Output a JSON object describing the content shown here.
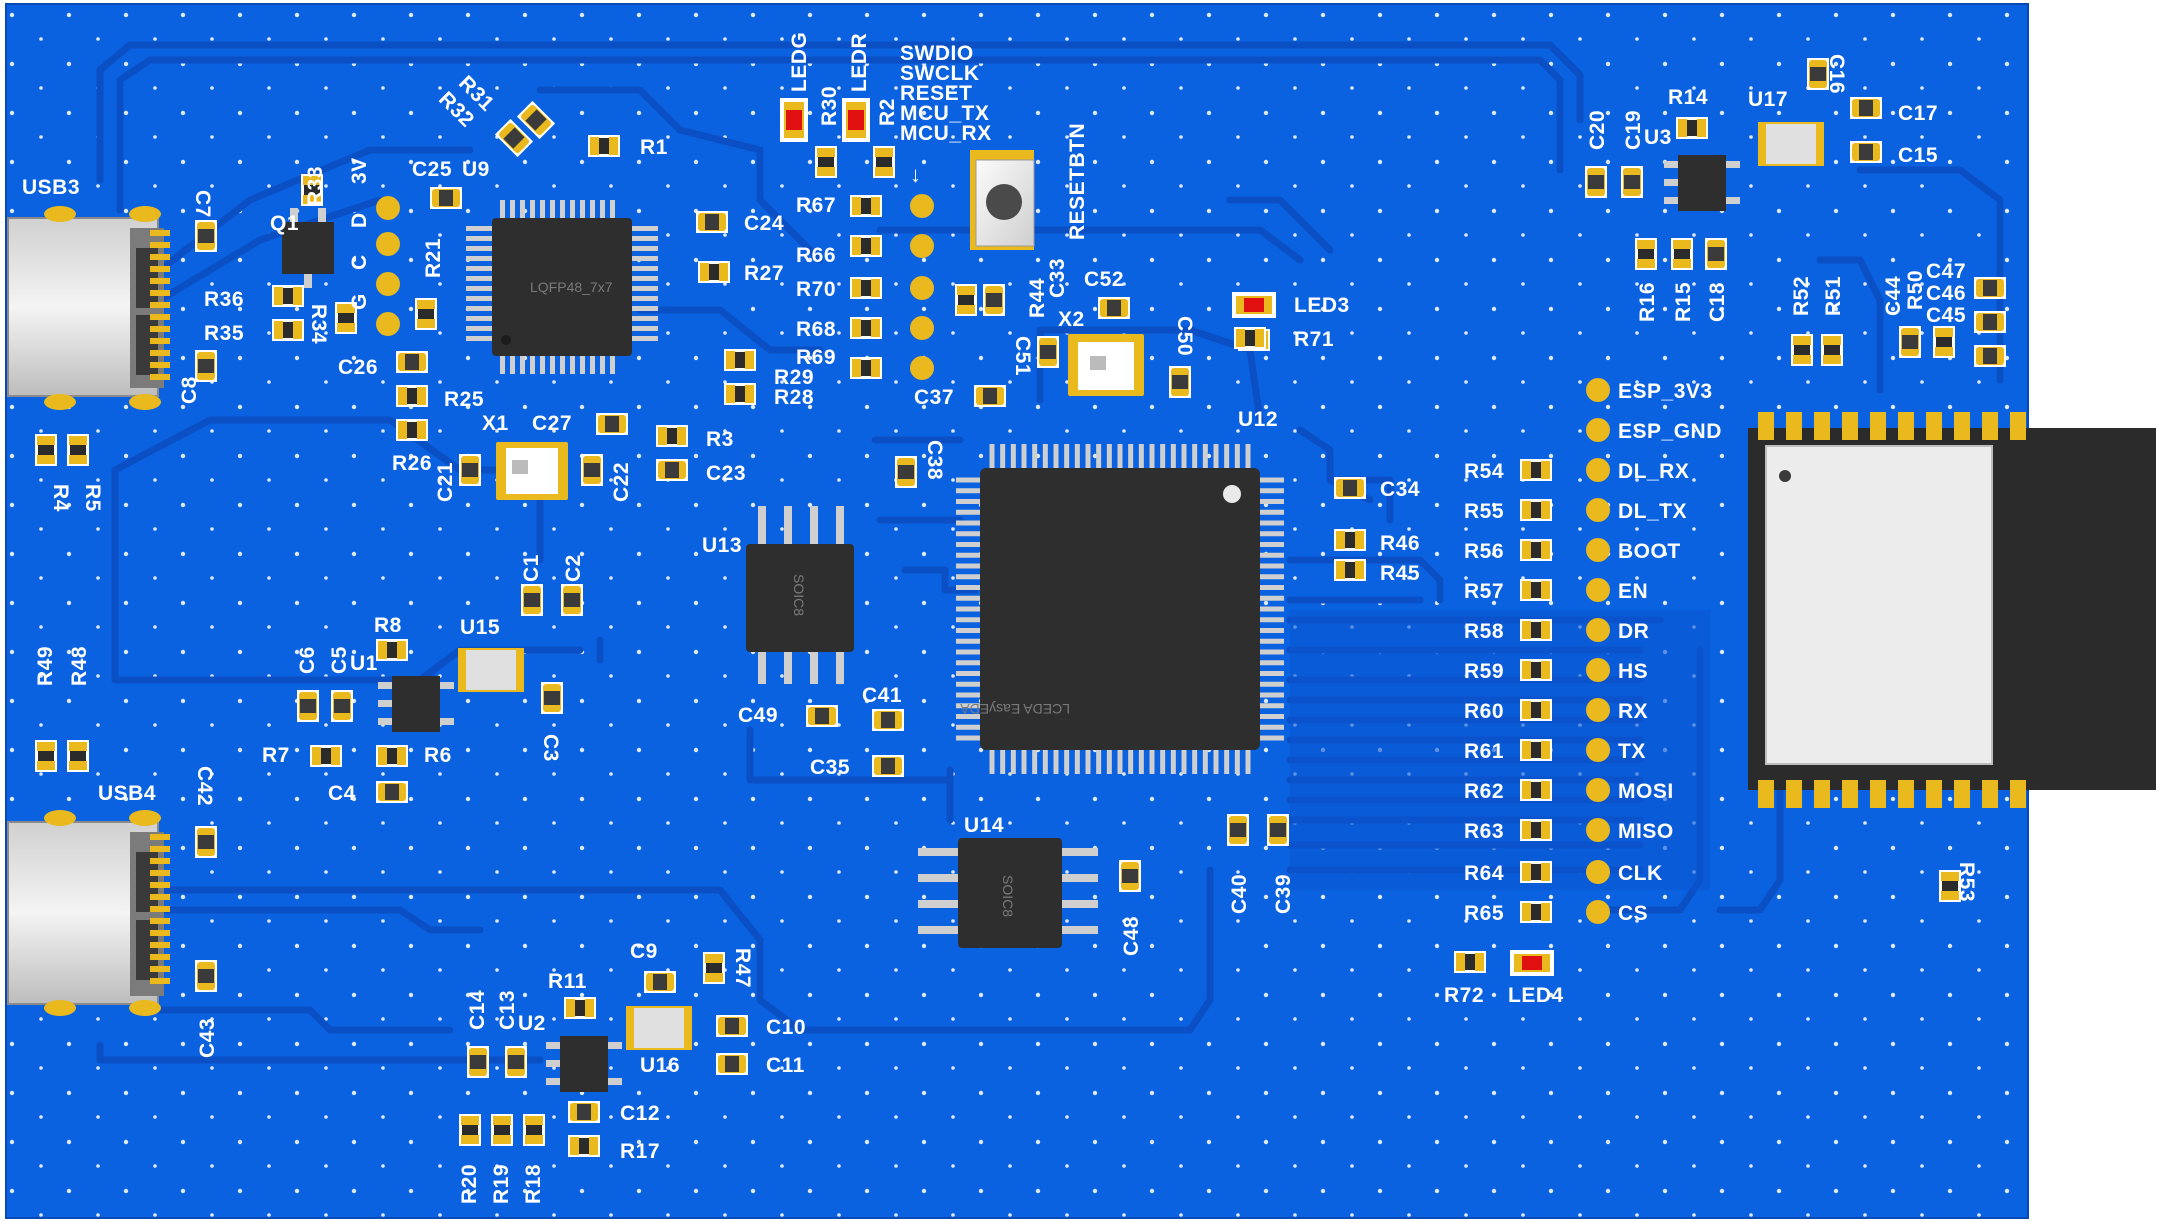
{
  "board": {
    "colors": {
      "board": "#0a62e0",
      "board_edge": "#0849b8",
      "trace": "#0a4fc4",
      "pad_gold": "#e9b91e",
      "silk": "#ffffff",
      "ic_body": "#2e2e2e",
      "led_red": "#e01010",
      "module_shield": "#2b2b2b"
    },
    "ics": [
      {
        "ref": "U9",
        "marking": "LQFP48_7x7"
      },
      {
        "ref": "U12",
        "marking": "LCEDA EasyEDA"
      },
      {
        "ref": "U13",
        "marking": "SOIC8"
      },
      {
        "ref": "U14",
        "marking": "SOIC8"
      }
    ],
    "connectors": [
      {
        "ref": "USB3"
      },
      {
        "ref": "USB4"
      }
    ],
    "button": {
      "ref": "RESETBTN"
    },
    "debug_header": {
      "arrow": "↓",
      "labels": [
        "SWDIO",
        "SWCLK",
        "RESET",
        "MCU_TX",
        "MCU_RX"
      ]
    },
    "usb_switch_pins": [
      "3V",
      "D",
      "C",
      "G"
    ],
    "esp_pins": [
      "ESP_3V3",
      "ESP_GND",
      "DL_RX",
      "DL_TX",
      "BOOT",
      "EN",
      "DR",
      "HS",
      "RX",
      "TX",
      "MOSI",
      "MISO",
      "CLK",
      "CS"
    ],
    "esp_resistors": [
      "R54",
      "R55",
      "R56",
      "R57",
      "R58",
      "R59",
      "R60",
      "R61",
      "R62",
      "R63",
      "R64",
      "R65"
    ],
    "labels": {
      "R31": "R31",
      "R32": "R32",
      "R1": "R1",
      "LEDG": "LEDG",
      "R30": "R30",
      "LEDR": "LEDR",
      "R2": "R2",
      "C7": "C7",
      "C8": "C8",
      "R33": "R33",
      "Q1": "Q1",
      "C25": "C25",
      "U9": "U9",
      "R21": "R21",
      "R36": "R36",
      "R35": "R35",
      "R34": "R34",
      "C26": "C26",
      "R25": "R25",
      "R26": "R26",
      "X1": "X1",
      "C27": "C27",
      "C21": "C21",
      "C22": "C22",
      "R3": "R3",
      "C23": "C23",
      "C24": "C24",
      "C27b": "R27",
      "R29": "R29",
      "R28": "R28",
      "R4": "R4",
      "R5": "R5",
      "R67": "R67",
      "R66": "R66",
      "R70": "R70",
      "R68": "R68",
      "R69": "R69",
      "C37": "C37",
      "R44": "R44",
      "C33": "C33",
      "C52": "C52",
      "X2": "X2",
      "C51": "C51",
      "C50": "C50",
      "LED3": "LED3",
      "R71": "R71",
      "U12": "U12",
      "C38": "C38",
      "C34": "C34",
      "R46": "R46",
      "R45": "R45",
      "U13": "U13",
      "C49": "C49",
      "C41": "C41",
      "C35": "C35",
      "U14": "U14",
      "C48": "C48",
      "C40": "C40",
      "C39": "C39",
      "C1": "C1",
      "C2": "C2",
      "C6": "C6",
      "C5": "C5",
      "U1": "U1",
      "R8": "R8",
      "U15": "U15",
      "C3": "C3",
      "R7": "R7",
      "R6": "R6",
      "C4": "C4",
      "R49": "R49",
      "R48": "R48",
      "C42": "C42",
      "C43": "C43",
      "C9": "C9",
      "R47": "R47",
      "C10": "C10",
      "C11": "C11",
      "U16": "U16",
      "R11": "R11",
      "C14": "C14",
      "C13": "C13",
      "U2": "U2",
      "C12": "C12",
      "R17": "R17",
      "R20": "R20",
      "R19": "R19",
      "R18": "R18",
      "R72": "R72",
      "LED4": "LED4",
      "C20": "C20",
      "C19": "C19",
      "U3": "U3",
      "R14": "R14",
      "U17": "U17",
      "C16": "C16",
      "C17": "C17",
      "C15": "C15",
      "R16": "R16",
      "R15": "R15",
      "C18": "C18",
      "R52": "R52",
      "R51": "R51",
      "C44": "C44",
      "R50": "R50",
      "C47": "C47",
      "C46": "C46",
      "C45": "C45",
      "R53": "R53"
    }
  }
}
